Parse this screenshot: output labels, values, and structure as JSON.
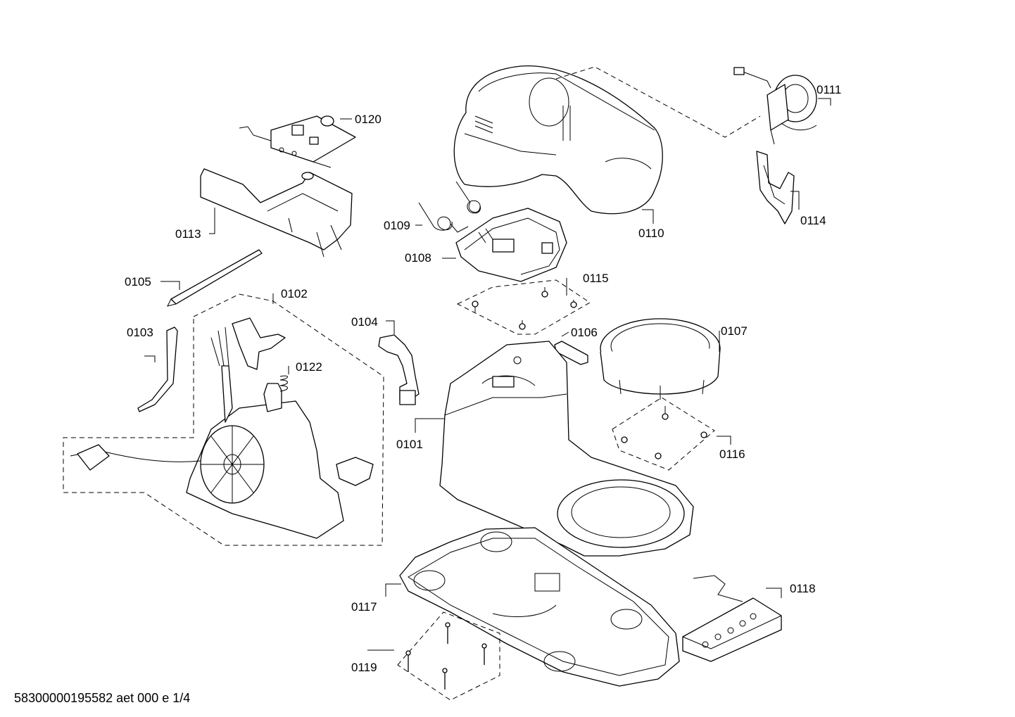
{
  "labels": {
    "p0101": "0101",
    "p0102": "0102",
    "p0103": "0103",
    "p0104": "0104",
    "p0105": "0105",
    "p0106": "0106",
    "p0107": "0107",
    "p0108": "0108",
    "p0109": "0109",
    "p0110": "0110",
    "p0111": "0111",
    "p0113": "0113",
    "p0114": "0114",
    "p0115": "0115",
    "p0116": "0116",
    "p0117": "0117",
    "p0118": "0118",
    "p0119": "0119",
    "p0120": "0120",
    "p0122": "0122"
  },
  "footer": "58300000195582 aet 000 e 1/4"
}
